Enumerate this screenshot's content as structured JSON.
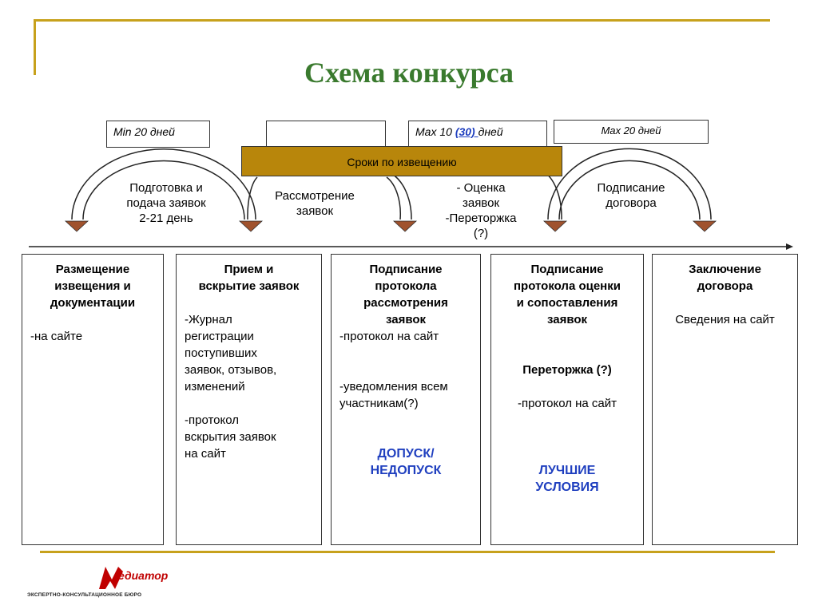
{
  "title": "Схема конкурса",
  "durations": {
    "d1": "Min 20 дней",
    "d2": "",
    "d3_prefix": "Max 10 ",
    "d3_link": "(30) ",
    "d3_suffix": "дней",
    "d4": "Max 20 дней"
  },
  "band": "Сроки по извещению",
  "arc_labels": {
    "a1": [
      "Подготовка и",
      "подача заявок",
      "2-21 день"
    ],
    "a2": [
      "Рассмотрение",
      "заявок"
    ],
    "a3": [
      "- Оценка",
      "заявок",
      "-Переторжка",
      "(?)"
    ],
    "a4": [
      "Подписание",
      "договора"
    ]
  },
  "columns": {
    "c1": {
      "heading": [
        "Размещение",
        "извещения и",
        "документации"
      ],
      "text": [
        "-на сайте"
      ]
    },
    "c2": {
      "heading": [
        "Прием и",
        "вскрытие заявок"
      ],
      "text1": [
        "-Журнал",
        "регистрации",
        "поступивших",
        "заявок, отзывов,",
        "изменений"
      ],
      "text2": [
        "-протокол",
        "вскрытия заявок",
        "на сайт"
      ]
    },
    "c3": {
      "heading": [
        "Подписание",
        "протокола",
        "рассмотрения",
        "заявок"
      ],
      "text1": [
        "-протокол на сайт"
      ],
      "text2": [
        "-уведомления всем",
        "участникам(?)"
      ],
      "accent": [
        "ДОПУСК/",
        "НЕДОПУСК"
      ]
    },
    "c4": {
      "heading": [
        "Подписание",
        "протокола оценки",
        "и сопоставления",
        "заявок"
      ],
      "sub": "Переторжка (?)",
      "text1": [
        "-протокол на сайт"
      ],
      "accent": [
        "ЛУЧШИЕ",
        "УСЛОВИЯ"
      ]
    },
    "c5": {
      "heading": [
        "Заключение",
        "договора"
      ],
      "text": [
        "Сведения на сайт"
      ]
    }
  },
  "logo": {
    "name": "едиатор",
    "subtitle": "ЭКСПЕРТНО-КОНСУЛЬТАЦИОННОЕ БЮРО"
  },
  "colors": {
    "title": "#3A7A2E",
    "gold": "#C7A11C",
    "band": "#B8860B",
    "accent": "#1f3fbf",
    "marker": "#A0522D",
    "logo": "#C00000"
  }
}
